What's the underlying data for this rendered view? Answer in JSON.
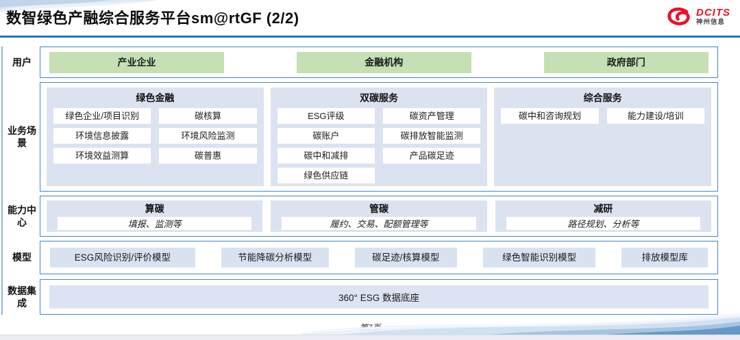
{
  "header": {
    "title": "数智绿色产融综合服务平台sm@rtGF (2/2)",
    "logo": {
      "brand": "DCITS",
      "subtitle": "神州信息"
    }
  },
  "rows": {
    "users": {
      "label": "用户",
      "items": [
        "产业企业",
        "金融机构",
        "政府部门"
      ]
    },
    "scenarios": {
      "label": "业务场景",
      "groups": [
        {
          "title": "绿色金融",
          "items": [
            "绿色企业/项目识别",
            "碳核算",
            "环境信息披露",
            "环境风险监测",
            "环境效益测算",
            "碳普惠"
          ]
        },
        {
          "title": "双碳服务",
          "items": [
            "ESG评级",
            "碳资产管理",
            "碳账户",
            "碳排放智能监测",
            "碳中和减排",
            "产品碳足迹",
            "绿色供应链"
          ]
        },
        {
          "title": "综合服务",
          "items": [
            "碳中和咨询规划",
            "能力建设/培训"
          ]
        }
      ]
    },
    "capabilities": {
      "label": "能力中心",
      "groups": [
        {
          "title": "算碳",
          "detail": "填报、监测等"
        },
        {
          "title": "管碳",
          "detail": "履约、交易、配额管理等"
        },
        {
          "title": "减研",
          "detail": "路径规划、分析等"
        }
      ]
    },
    "models": {
      "label": "模型",
      "items": [
        "ESG风险识别/评价模型",
        "节能降碳分析模型",
        "碳足迹/核算模型",
        "绿色智能识别模型",
        "排放模型库"
      ]
    },
    "data_integration": {
      "label": "数据集成",
      "items": [
        "360° ESG 数据底座"
      ]
    }
  },
  "footer": {
    "page_number": "第7页"
  },
  "colors": {
    "divider_blue": "#2273bd",
    "box_border_blue": "#4186cb",
    "panel_blue": "#dbe3f1",
    "user_green": "#c5e0b4",
    "logo_red": "#e8112d"
  }
}
